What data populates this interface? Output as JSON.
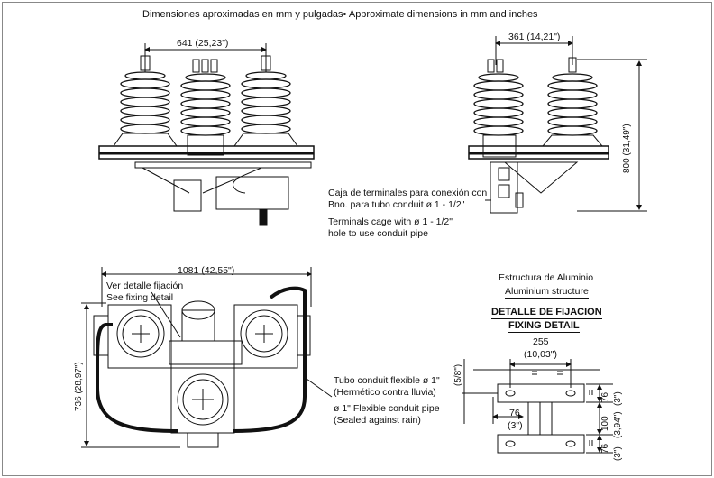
{
  "header": {
    "title": "Dimensiones aproximadas en mm y pulgadas• Approximate dimensions in mm and inches"
  },
  "front_view": {
    "width_dim": "641 (25,23\")"
  },
  "side_view": {
    "width_dim": "361 (14,21\")",
    "height_dim": "800 (31,49\")",
    "terminal_es_1": "Caja de terminales para conexión con",
    "terminal_es_2": "Bno. para tubo conduit ø 1 - 1/2\"",
    "terminal_en_1": "Terminals cage with ø 1 - 1/2\"",
    "terminal_en_2": "hole to use conduit pipe"
  },
  "top_view": {
    "width_dim": "1081 (42,55\")",
    "depth_dim": "736 (28,97\")",
    "fixing_es": "Ver detalle fijación",
    "fixing_en": "See fixing detail",
    "conduit_es_1": "Tubo conduit flexible ø 1\"",
    "conduit_es_2": "(Hermético contra lluvia)",
    "conduit_en_1": "ø 1\" Flexible conduit pipe",
    "conduit_en_2": "(Sealed against rain)"
  },
  "fixing_detail": {
    "structure_es": "Estructura de Aluminio",
    "structure_en": "Aluminium structure",
    "title_es": "DETALLE DE FIJACION",
    "title_en": "FIXING DETAIL",
    "dim_255": "255",
    "dim_255_in": "(10,03\")",
    "dim_76_mid": "76",
    "dim_76_mid_in": "(3\")",
    "left_vert": "(5/8\")",
    "right_76_top": "76",
    "right_3_top": "(3\")",
    "right_100": "100",
    "right_394": "(3,94\")",
    "right_76_bot": "76",
    "right_3_bot": "(3\")"
  }
}
